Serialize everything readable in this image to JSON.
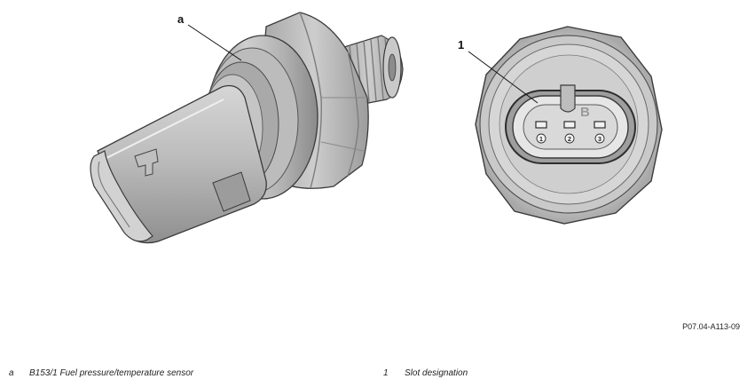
{
  "figure": {
    "callouts": {
      "a": "a",
      "one": "1"
    },
    "connector_code": "B",
    "pins": [
      "1",
      "2",
      "3"
    ],
    "reference": "P07.04-A113-09",
    "colors": {
      "metal": "#b8b8b8",
      "metal_dark": "#8e8e8e",
      "outline": "#3a3a3a"
    }
  },
  "legend": [
    {
      "key": "a",
      "text": "B153/1 Fuel pressure/temperature sensor"
    },
    {
      "key": "1",
      "text": "Slot designation"
    }
  ]
}
